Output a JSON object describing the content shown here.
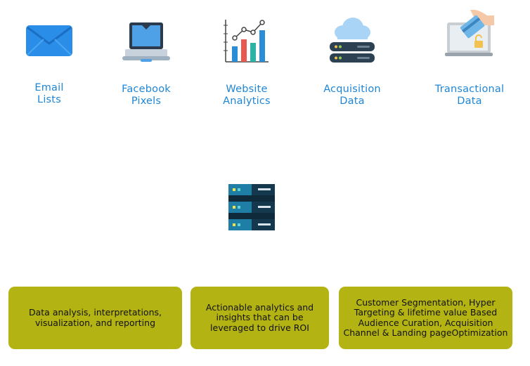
{
  "sources": [
    {
      "icon": "email-envelope-icon",
      "line1": "Email",
      "line2": "Lists"
    },
    {
      "icon": "laptop-icon",
      "line1": "Facebook",
      "line2": "Pixels"
    },
    {
      "icon": "bar-chart-icon",
      "line1": "Website",
      "line2": "Analytics"
    },
    {
      "icon": "cloud-server-icon",
      "line1": "Acquisition",
      "line2": "Data"
    },
    {
      "icon": "card-payment-icon",
      "line1": "Transactional",
      "line2": "Data"
    }
  ],
  "hub": {
    "icon": "server-rack-icon"
  },
  "outputs": [
    {
      "text": "Data analysis, interpretations, visualization, and reporting"
    },
    {
      "text": "Actionable analytics and insights that can be leveraged to drive ROI"
    },
    {
      "text": "Customer Segmentation, Hyper Targeting & lifetime value Based Audience Curation, Acquisition Channel & Landing pageOptimization"
    }
  ],
  "colors": {
    "label_blue": "#1f86d6",
    "box_olive": "#b4b314",
    "server_navy": "#14394f",
    "server_teal": "#1e7ea6"
  }
}
